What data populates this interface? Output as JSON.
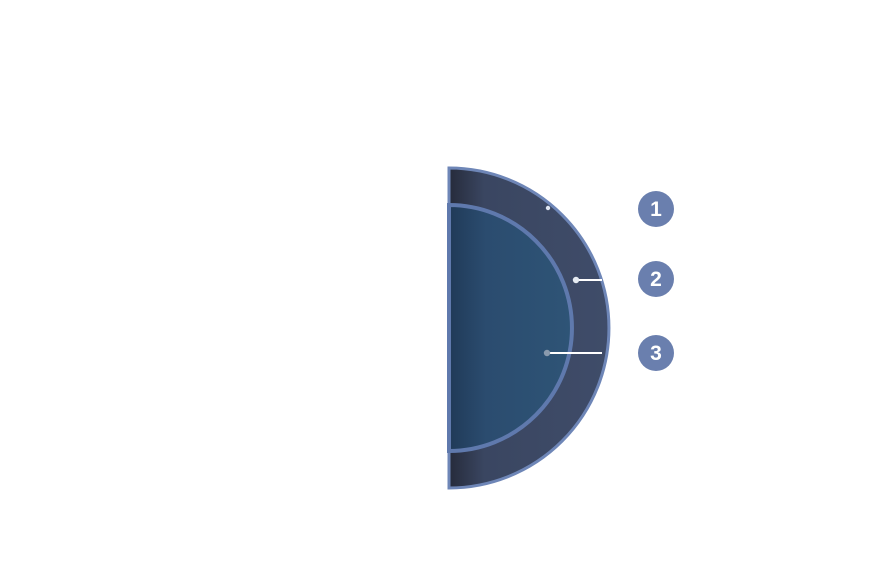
{
  "diagram": {
    "markers": [
      {
        "label": "1"
      },
      {
        "label": "2"
      },
      {
        "label": "3"
      }
    ]
  },
  "colors": {
    "outer_ring": "#3d4a66",
    "outer_edge": "#6e86b7",
    "inner_disc": "#2d5274",
    "inner_ring_stroke": "#5f79ad",
    "marker_fill": "#6a7fae",
    "leader_line": "#ffffff",
    "dot_outer": "#e6ebf2",
    "dot_inner": "#8a9aad"
  }
}
